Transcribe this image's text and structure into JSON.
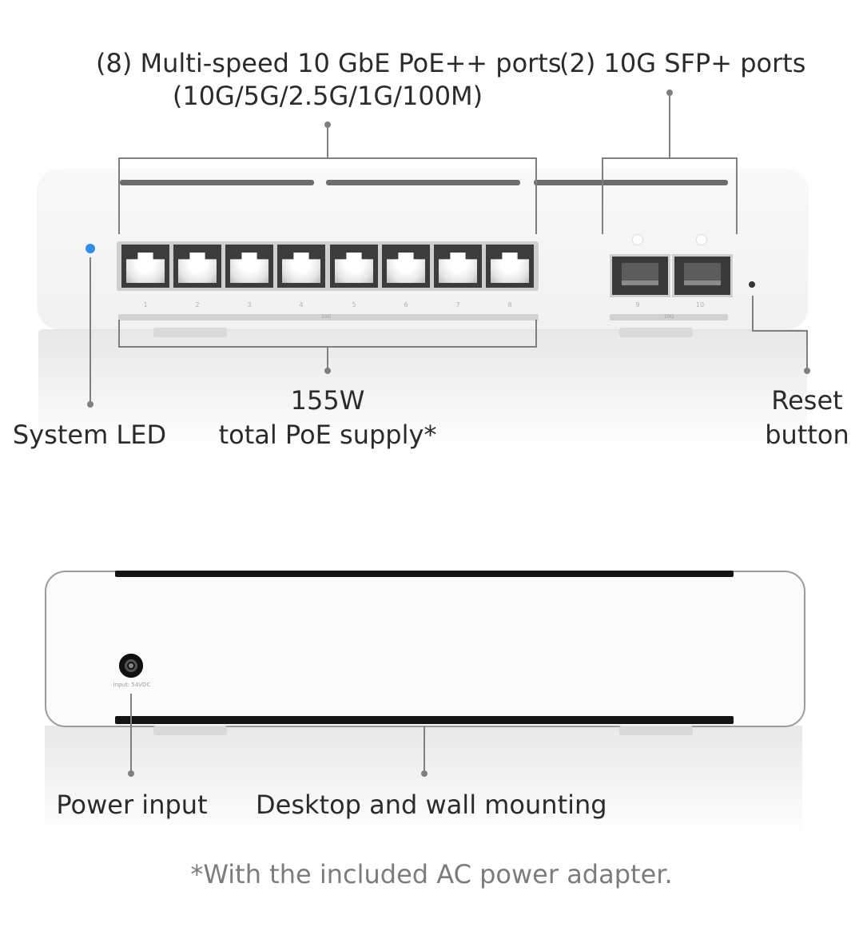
{
  "labels": {
    "ports_line1": "(8) Multi-speed 10 GbE PoE++ ports",
    "ports_line2": "(10G/5G/2.5G/1G/100M)",
    "sfp": "(2) 10G SFP+ ports",
    "system_led": "System LED",
    "poe_line1": "155W",
    "poe_line2": "total PoE supply*",
    "reset_line1": "Reset",
    "reset_line2": "button",
    "power_input": "Power input",
    "mounting": "Desktop and wall mounting",
    "footnote": "*With the included AC power adapter."
  },
  "device": {
    "rj45_ports": [
      "1",
      "2",
      "3",
      "4",
      "5",
      "6",
      "7",
      "8"
    ],
    "sfp_ports": [
      "9",
      "10"
    ],
    "speed_label": "10G",
    "sfp_speed_label": "10G",
    "power_jack_label": "Input: 54VDC"
  },
  "colors": {
    "system_led": "#2f8cf2",
    "body": "#f4f4f4",
    "leader_line": "#7f7f7f"
  }
}
